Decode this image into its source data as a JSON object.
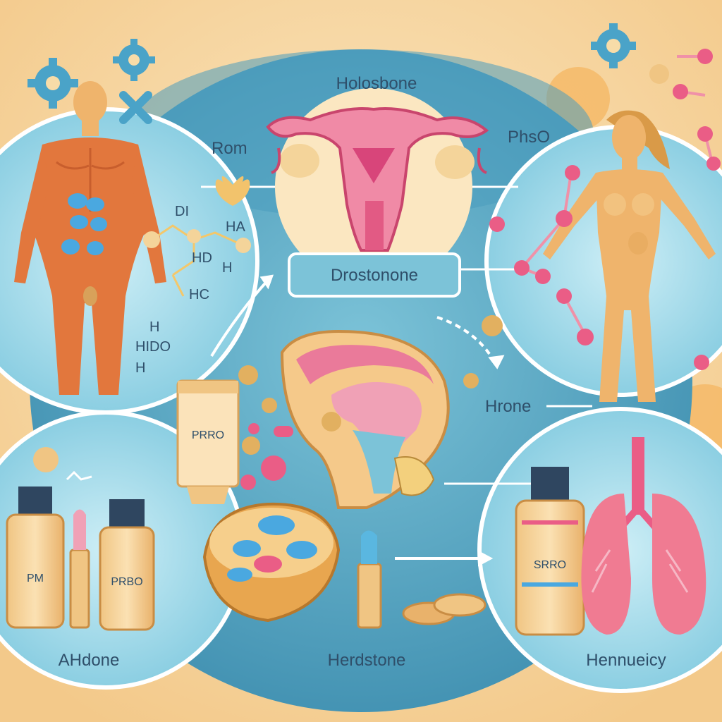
{
  "labels": {
    "top": "Holosbone",
    "left_top": "Rom",
    "right_top": "PhsO",
    "center_box": "Drostonone",
    "right_mid": "Hrone",
    "bottom_left": "AHdone",
    "bottom_center": "Herdstone",
    "bottom_right": "Hennueicy"
  },
  "chem_labels": {
    "ha": "HA",
    "hd": "HD",
    "h1": "H",
    "hc": "HC",
    "hido": "HIDO",
    "h2": "H",
    "h3": "H",
    "di": "DI"
  },
  "product_labels": {
    "tube": "PRRO",
    "bottle_left": "PM",
    "bottle_mid": "PRBO",
    "bottle_right": "SRRO"
  },
  "colors": {
    "background": "#f7dca8",
    "circle_fill": "#5aa9c4",
    "circle_light": "#9fd8e8",
    "label_text": "#2f4f6a",
    "pink": "#ea5d86",
    "skin": "#efb46c",
    "muscle": "#e2773d"
  }
}
